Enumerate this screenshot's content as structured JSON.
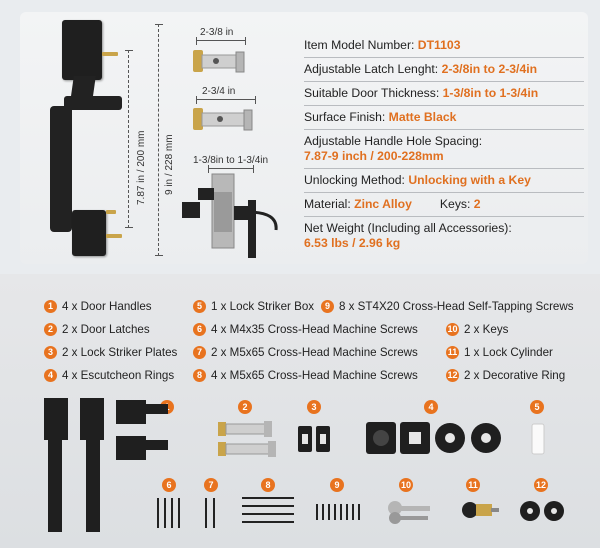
{
  "dims": {
    "latch_short": "2-3/8 in",
    "latch_long": "2-3/4 in",
    "door_thickness": "1-3/8in to 1-3/4in",
    "hole_spacing": "7.87 in / 200 mm",
    "overall_height": "9 in / 228 mm"
  },
  "specs": [
    {
      "label": "Item Model Number: ",
      "value": "DT1103"
    },
    {
      "label": "Adjustable Latch Lenght: ",
      "value": "2-3/8in to 2-3/4in"
    },
    {
      "label": "Suitable Door Thickness: ",
      "value": "1-3/8in to 1-3/4in"
    },
    {
      "label": "Surface Finish: ",
      "value": "Matte Black"
    },
    {
      "label": "Adjustable Handle Hole Spacing:",
      "value": "7.87-9 inch / 200-228mm"
    },
    {
      "label": "Unlocking Method: ",
      "value": "Unlocking with a Key"
    },
    {
      "label": "Material: ",
      "value": "Zinc Alloy",
      "label2": "Keys: ",
      "value2": "2"
    },
    {
      "label": "Net Weight (Including all Accessories):",
      "value": "6.53 lbs / 2.96 kg"
    }
  ],
  "parts": [
    {
      "n": "1",
      "text": "4 x Door Handles"
    },
    {
      "n": "2",
      "text": "2 x Door Latches"
    },
    {
      "n": "3",
      "text": "2 x Lock Striker Plates"
    },
    {
      "n": "4",
      "text": "4 x Escutcheon Rings"
    },
    {
      "n": "5",
      "text": "1 x Lock Striker Box"
    },
    {
      "n": "6",
      "text": "4 x M4x35 Cross-Head Machine Screws"
    },
    {
      "n": "7",
      "text": "2 x M5x65 Cross-Head Machine Screws"
    },
    {
      "n": "8",
      "text": "4 x M5x65 Cross-Head Machine Screws"
    },
    {
      "n": "9",
      "text": "8 x ST4X20 Cross-Head Self-Tapping Screws"
    },
    {
      "n": "10",
      "text": "2 x Keys"
    },
    {
      "n": "11",
      "text": "1 x Lock Cylinder"
    },
    {
      "n": "12",
      "text": "2 x Decorative Ring"
    }
  ],
  "item_badges": [
    "1",
    "2",
    "3",
    "4",
    "5",
    "6",
    "7",
    "8",
    "9",
    "10",
    "11",
    "12"
  ],
  "colors": {
    "accent": "#e8731f",
    "spec_value": "#e07020",
    "hardware": "#1f1f1f",
    "brass": "#c9a44a"
  }
}
